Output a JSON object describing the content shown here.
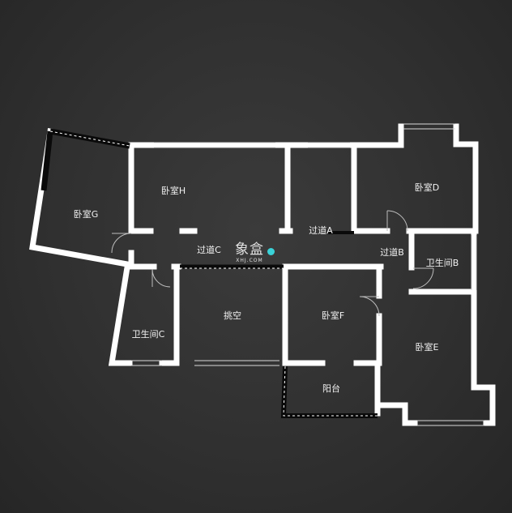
{
  "rooms": {
    "bedroom_g": "卧室G",
    "bedroom_h": "卧室H",
    "bedroom_d": "卧室D",
    "bedroom_f": "卧室F",
    "bedroom_e": "卧室E",
    "corridor_a": "过道A",
    "corridor_b": "过道B",
    "corridor_c": "过道C",
    "bathroom_b": "卫生间B",
    "bathroom_c": "卫生间C",
    "void": "挑空",
    "balcony": "阳台"
  },
  "watermark": {
    "main": "象盒",
    "sub": "XHJ.COM"
  },
  "colors": {
    "wall": "#ffffff",
    "black_wall": "#0a0a0a",
    "background": "#303030",
    "door_arc": "#bdbdbd",
    "window": "#d9d9d9",
    "watermark_accent": "#3ad2d8"
  }
}
